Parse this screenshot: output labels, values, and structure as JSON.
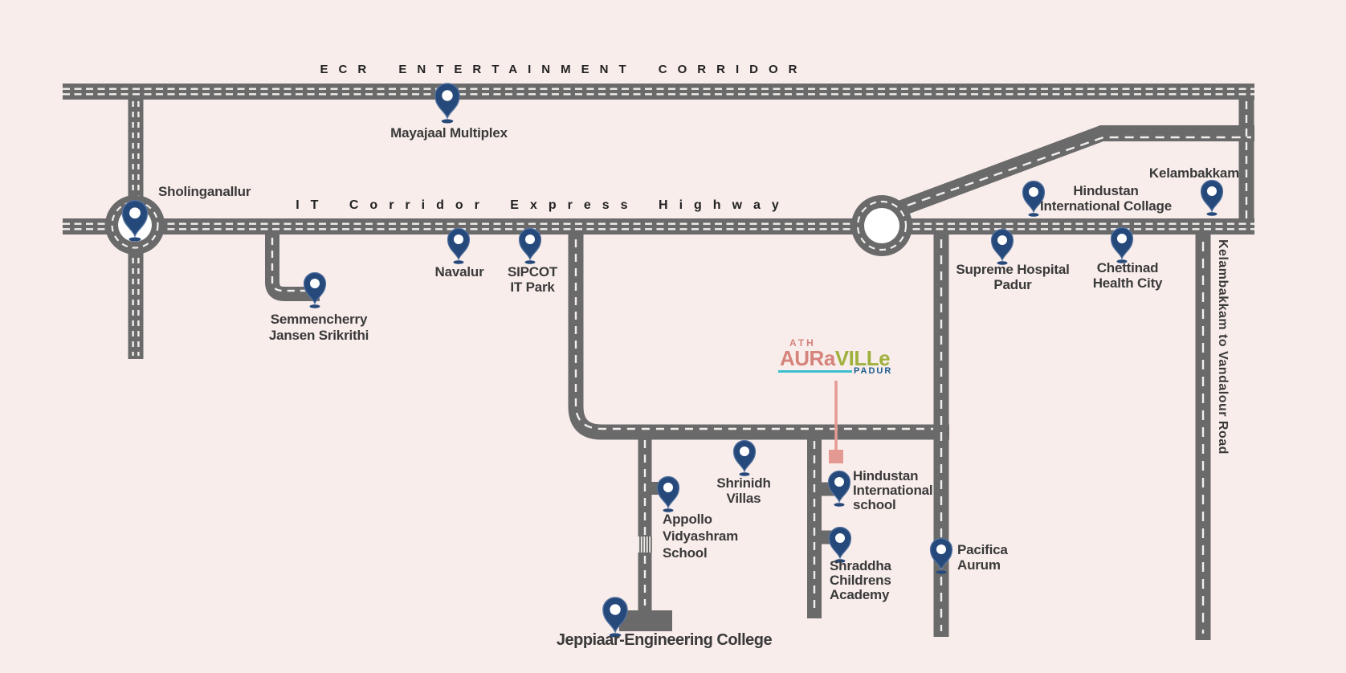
{
  "map_title": "ATH AuraVille Padur location map",
  "colors": {
    "background": "#f8edeb",
    "road": "#6a6a6a",
    "road_dash": "#f2eeec",
    "pin_fill": "#26497b",
    "pin_stroke": "#54739f",
    "label_text": "#3a3a3a",
    "site_marker": "#e49a92",
    "logo_rose": "#d5837b",
    "logo_green": "#9fb13c",
    "logo_teal": "#3bbfcf",
    "logo_navy": "#1a5a8c"
  },
  "roads": {
    "ecr_label": "ECR ENTERTAINMENT CORRIDOR",
    "it_label": "IT Corridor Express Highway",
    "vandalour_label": "Kelambakkam to Vandalour Road"
  },
  "logo": {
    "ath": "ATH",
    "brand_left": "AURa",
    "brand_right": "VILLe",
    "place": "PADUR"
  },
  "locations": {
    "sholinganallur": {
      "lines": [
        "Sholinganallur"
      ]
    },
    "mayajaal": {
      "lines": [
        "Mayajaal Multiplex"
      ]
    },
    "semmencherry": {
      "lines": [
        "Semmencherry",
        "Jansen Srikrithi"
      ]
    },
    "navalur": {
      "lines": [
        "Navalur"
      ]
    },
    "sipcot": {
      "lines": [
        "SIPCOT",
        "IT Park"
      ]
    },
    "shrinidh": {
      "lines": [
        "Shrinidh",
        "Villas"
      ]
    },
    "appollo": {
      "lines": [
        "Appollo",
        "Vidyashram",
        "School"
      ]
    },
    "hindustan_school": {
      "lines": [
        "Hindustan",
        "International",
        "school"
      ]
    },
    "shraddha": {
      "lines": [
        "Shraddha",
        "Childrens",
        "Academy"
      ]
    },
    "pacifica": {
      "lines": [
        "Pacifica",
        "Aurum"
      ]
    },
    "jeppiaar": {
      "lines": [
        "Jeppiaar-Engineering College"
      ]
    },
    "supreme": {
      "lines": [
        "Supreme Hospital",
        "Padur"
      ]
    },
    "chettinad": {
      "lines": [
        "Chettinad",
        "Health City"
      ]
    },
    "hindustan_collage": {
      "lines": [
        "Hindustan",
        "International Collage"
      ]
    },
    "kelambakkam": {
      "lines": [
        "Kelambakkam"
      ]
    }
  }
}
